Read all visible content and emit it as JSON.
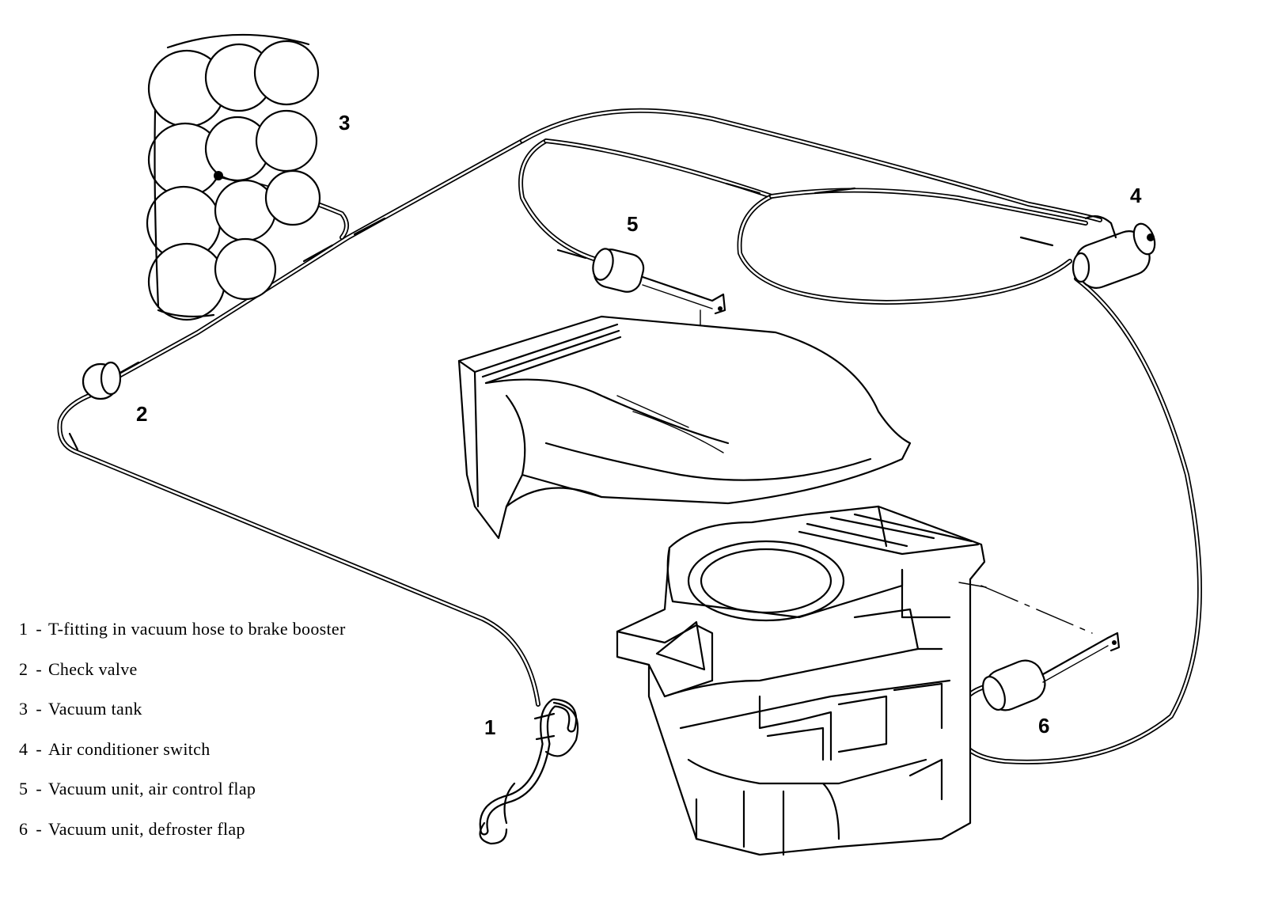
{
  "callouts": {
    "c1": "1",
    "c2": "2",
    "c3": "3",
    "c4": "4",
    "c5": "5",
    "c6": "6"
  },
  "legend": [
    {
      "number": "1",
      "text": "T-fitting in vacuum hose to brake booster"
    },
    {
      "number": "2",
      "text": "Check valve"
    },
    {
      "number": "3",
      "text": "Vacuum tank"
    },
    {
      "number": "4",
      "text": "Air conditioner switch"
    },
    {
      "number": "5",
      "text": "Vacuum unit, air control flap"
    },
    {
      "number": "6",
      "text": "Vacuum unit, defroster flap"
    }
  ],
  "legend_separator": "-"
}
